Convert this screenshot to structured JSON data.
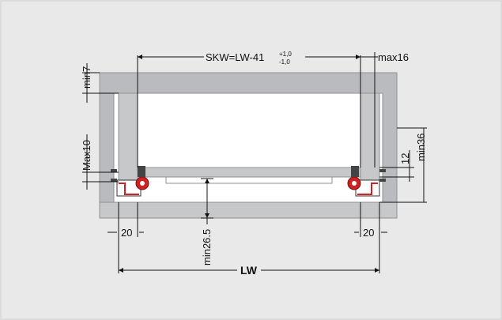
{
  "drawing": {
    "background_color": "#e9e9e9",
    "cabinet_color": "#b9bbbe",
    "panel_color": "#c6c8ca",
    "interior_color": "#ffffff",
    "hardware_color": "#cc2222",
    "line_color": "#111111"
  },
  "dimensions": {
    "skw_main": "SKW=LW-41",
    "skw_upper_tol": "+1,0",
    "skw_lower_tol": "-1,0",
    "max16": "max16",
    "min7": "min7",
    "max10": "Max10",
    "min36": "min36",
    "twelve": "12",
    "left_20": "20",
    "right_20": "20",
    "min26_5": "min26.5",
    "lw": "LW"
  },
  "icons": {
    "left_runner": "drawer-runner-icon",
    "right_runner": "drawer-runner-icon",
    "screw": "screw-icon"
  }
}
